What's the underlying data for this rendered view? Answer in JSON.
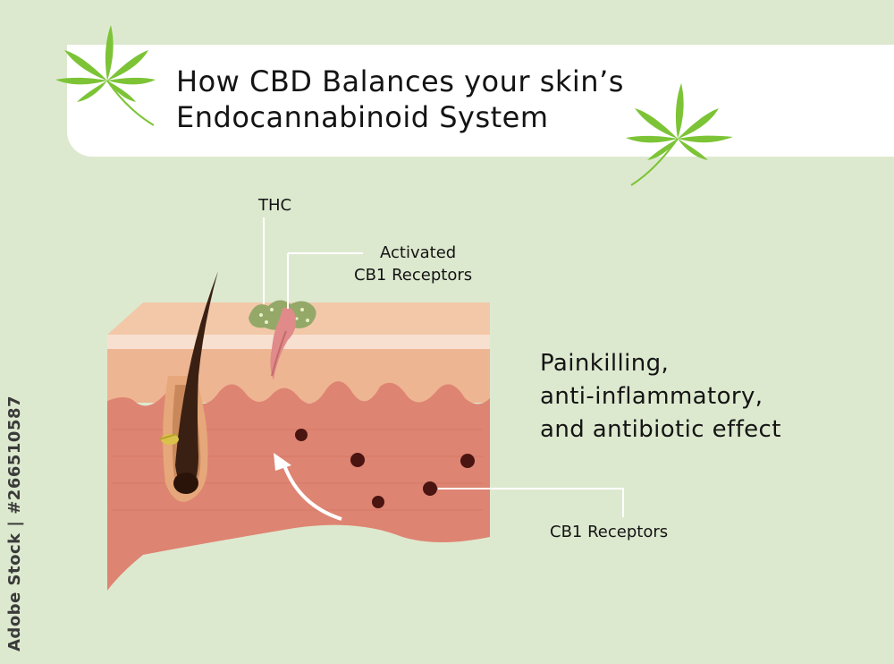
{
  "title": {
    "line1": "How CBD Balances your skin’s",
    "line2": "Endocannabinoid System"
  },
  "labels": {
    "thc": "THC",
    "activated_line1": "Activated",
    "activated_line2": "CB1 Receptors",
    "cb1_receptors": "CB1 Receptors"
  },
  "effect": {
    "line1": "Painkilling,",
    "line2": "anti-inflammatory,",
    "line3": "and antibiotic effect"
  },
  "side_caption": "Adobe Stock | #266510587",
  "colors": {
    "background": "#dde9cf",
    "leaf": "#7cc436",
    "skin_top": "#f2c8a8",
    "skin_mid": "#eeb592",
    "dermis": "#de8472",
    "receptor_dot": "#4a1410"
  }
}
